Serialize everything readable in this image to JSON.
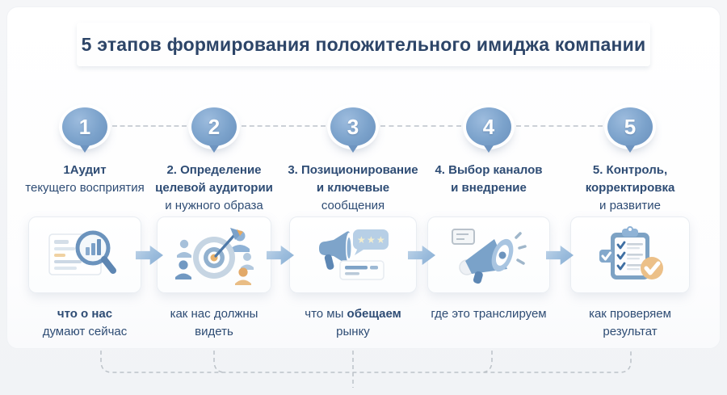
{
  "title": "5 этапов формирования положительного имиджа компании",
  "colors": {
    "title_navy": "#2d4568",
    "label_navy": "#2e4c74",
    "balloon_blue": "#7ba2cb",
    "arrow_blue": "#9cbddd",
    "accent_orange": "#e9b26c",
    "dash_gray": "#bcc2c8"
  },
  "steps": [
    {
      "number": "1",
      "icon": "audit-magnifier-icon",
      "title_lines": [
        {
          "text": "1Аудит",
          "bold": true
        },
        {
          "text": "текущего восприятия",
          "bold": false
        }
      ],
      "caption_lines": [
        {
          "parts": [
            {
              "text": "что о нас",
              "bold": true
            }
          ]
        },
        {
          "parts": [
            {
              "text": "думают сейчас",
              "bold": false
            }
          ]
        }
      ]
    },
    {
      "number": "2",
      "icon": "target-audience-icon",
      "title_lines": [
        {
          "text": "2. Определение",
          "bold": true
        },
        {
          "text": "целевой аудитории",
          "bold": true
        },
        {
          "text": "и нужного образа",
          "bold": false
        }
      ],
      "caption_lines": [
        {
          "parts": [
            {
              "text": "как нас должны",
              "bold": false
            }
          ]
        },
        {
          "parts": [
            {
              "text": "видеть",
              "bold": false
            }
          ]
        }
      ]
    },
    {
      "number": "3",
      "icon": "megaphone-rating-icon",
      "title_lines": [
        {
          "text": "3. Позиционирование",
          "bold": true
        },
        {
          "text": "и ключевые",
          "bold": true
        },
        {
          "text": "сообщения",
          "bold": false
        }
      ],
      "caption_lines": [
        {
          "parts": [
            {
              "text": "что мы ",
              "bold": false
            },
            {
              "text": "обещаем",
              "bold": true
            }
          ]
        },
        {
          "parts": [
            {
              "text": "рынку",
              "bold": false
            }
          ]
        }
      ]
    },
    {
      "number": "4",
      "icon": "broadcast-megaphone-icon",
      "title_lines": [
        {
          "text": "4. Выбор каналов",
          "bold": true
        },
        {
          "text": "и внедрение",
          "bold": true
        }
      ],
      "caption_lines": [
        {
          "parts": [
            {
              "text": "где это транслируем",
              "bold": false
            }
          ]
        }
      ]
    },
    {
      "number": "5",
      "icon": "checklist-icon",
      "title_lines": [
        {
          "text": "5. Контроль,",
          "bold": true
        },
        {
          "text": "корректировка",
          "bold": true
        },
        {
          "text": "и развитие",
          "bold": false
        }
      ],
      "caption_lines": [
        {
          "parts": [
            {
              "text": "как проверяем",
              "bold": false
            }
          ]
        },
        {
          "parts": [
            {
              "text": "результат",
              "bold": false
            }
          ]
        }
      ]
    }
  ]
}
